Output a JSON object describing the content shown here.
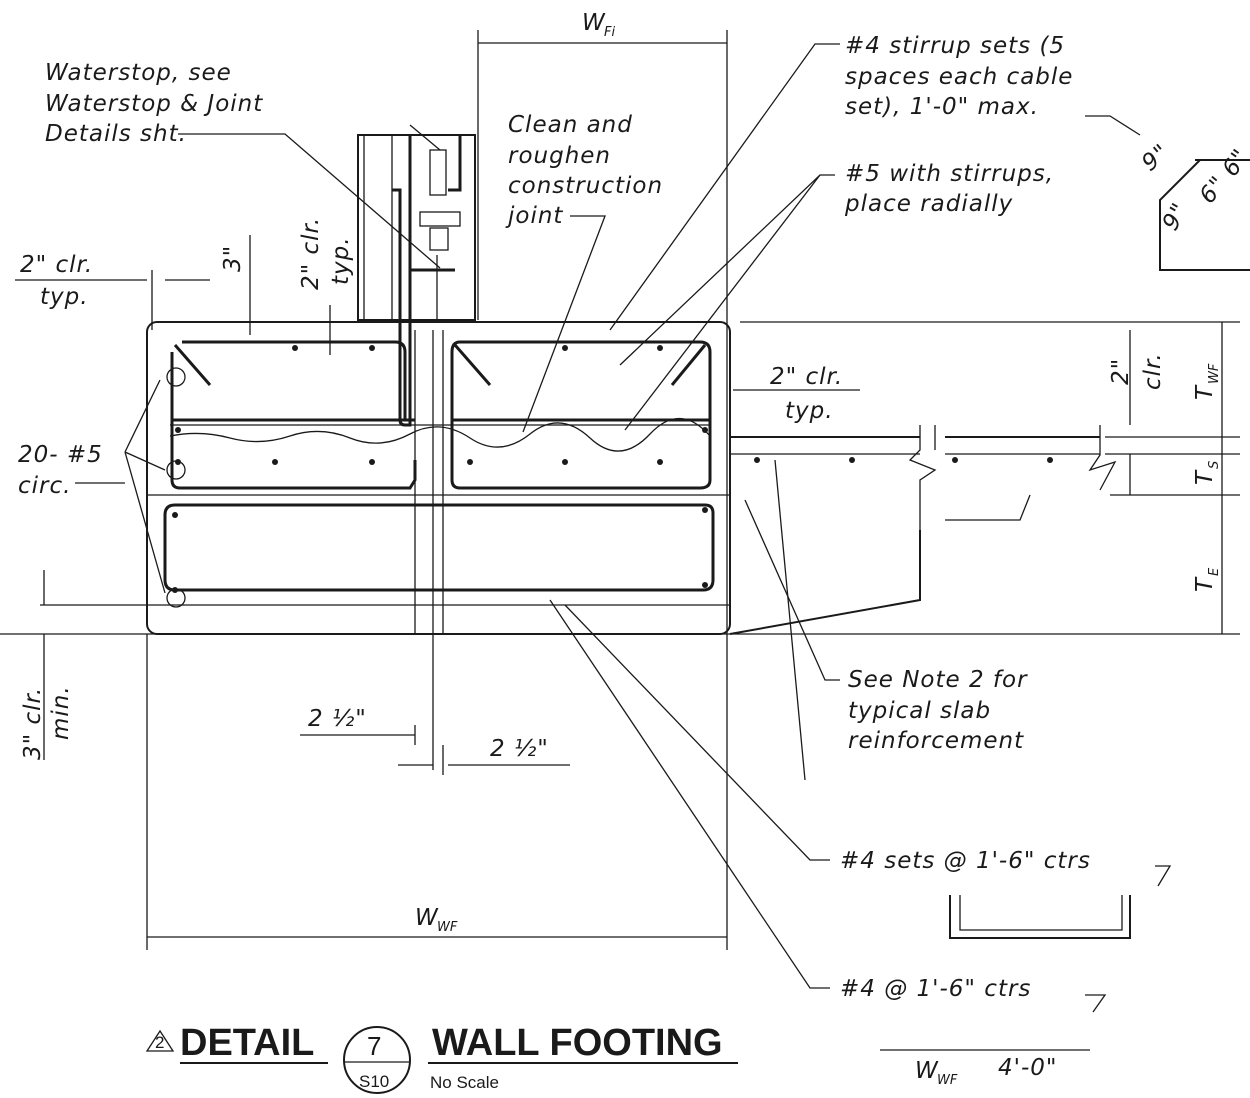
{
  "notes": {
    "waterstop": [
      "Waterstop, see",
      "Waterstop & Joint",
      "Details sht."
    ],
    "clean_joint": [
      "Clean and",
      "roughen",
      "construction",
      "joint"
    ],
    "stirrup_sets": [
      "#4 stirrup sets (5",
      "spaces each cable",
      "set), 1'-0\" max."
    ],
    "no5_stirrups": [
      "#5 with stirrups,",
      "place radially"
    ],
    "see_note": [
      "See Note 2 for",
      "typical slab",
      "reinforcement"
    ],
    "sets_ctrs": "#4 sets @ 1'-6\" ctrs",
    "no4_ctrs": "#4 @ 1'-6\" ctrs",
    "circ_bars": [
      "20- #5",
      "circ."
    ]
  },
  "dimensions": {
    "clr_left": [
      "2\" clr.",
      "typ."
    ],
    "three_in": "3\"",
    "clr_top": [
      "2\" clr.",
      "typ."
    ],
    "clr_right": [
      "2\" clr.",
      "typ."
    ],
    "clr_vert_right": [
      "2\"",
      "clr."
    ],
    "three_clr_min": [
      "3\" clr.",
      "min."
    ],
    "two_half_a": "2 ½\"",
    "two_half_b": "2 ½\"",
    "w_fi": "W",
    "w_fi_sub": "Fi",
    "w_wf": "W",
    "w_wf_sub": "WF",
    "t_wf": "T",
    "t_wf_sub": "WF",
    "t_s": "T",
    "t_s_sub": "S",
    "t_e": "T",
    "t_e_sub": "E",
    "bottom_w": "W",
    "bottom_w_sub": "WF",
    "bottom_len": "4'-0\"",
    "stirrup_9a": "9\"",
    "stirrup_9b": "9\"",
    "stirrup_6": "6\"",
    "stirrup_6b": "6\""
  },
  "title_block": {
    "revision_mark": "2",
    "detail_label": "DETAIL",
    "detail_number": "7",
    "sheet": "S10",
    "detail_name": "WALL FOOTING",
    "scale": "No Scale"
  }
}
